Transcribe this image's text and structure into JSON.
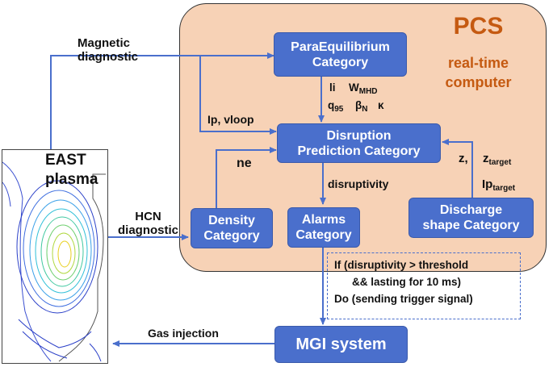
{
  "pcs": {
    "title": "PCS",
    "subtitle_line1": "real-time",
    "subtitle_line2": "computer"
  },
  "plasma": {
    "label_line1": "EAST",
    "label_line2": "plasma"
  },
  "boxes": {
    "paraequilibrium": {
      "line1": "ParaEquilibrium",
      "line2": "Category"
    },
    "disruption": {
      "line1": "Disruption",
      "line2": "Prediction Category"
    },
    "density": {
      "line1": "Density",
      "line2": "Category"
    },
    "alarms": {
      "line1": "Alarms",
      "line2": "Category"
    },
    "discharge": {
      "line1": "Discharge",
      "line2": "shape Category"
    },
    "mgi": {
      "label": "MGI system"
    }
  },
  "labels": {
    "magnetic_line1": "Magnetic",
    "magnetic_line2": "diagnostic",
    "hcn_line1": "HCN",
    "hcn_line2": "diagnostic",
    "ip_vloop": "Ip, vloop",
    "ne": "ne",
    "disruptivity": "disruptivity",
    "gas_injection": "Gas injection"
  },
  "parameters": {
    "li": "li",
    "w": "W",
    "w_sub": "MHD",
    "q": "q",
    "q_sub": "95",
    "beta": "β",
    "beta_sub": "N",
    "kappa": "κ",
    "z": "z,",
    "z_target": "z",
    "z_target_sub": "target",
    "ip_target": "Ip",
    "ip_target_sub": "target"
  },
  "condition": {
    "line1": "If (disruptivity > threshold",
    "line2": "&& lasting for 10 ms)",
    "line3": "Do (sending trigger signal)"
  },
  "colors": {
    "box_fill": "#4a6fcc",
    "pcs_fill": "#f7d2b6",
    "pcs_text": "#c55a11",
    "arrow": "#4a6fcc"
  }
}
